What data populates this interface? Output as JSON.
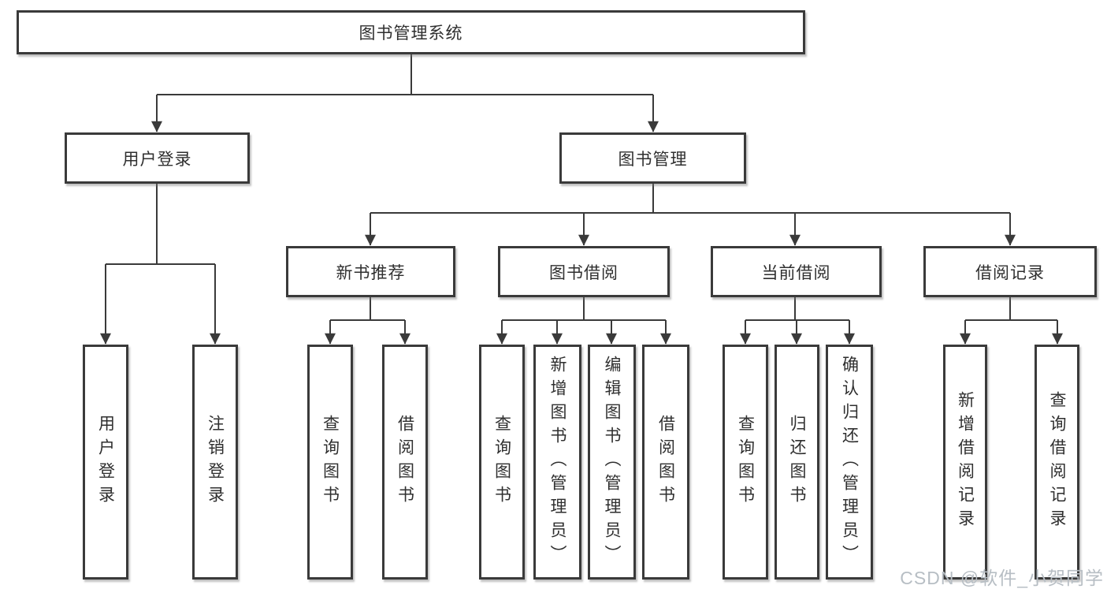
{
  "tree": {
    "root": {
      "label": "图书管理系统"
    },
    "branches": [
      {
        "label": "用户登录",
        "children": [
          {
            "label": "用户登录"
          },
          {
            "label": "注销登录"
          }
        ]
      },
      {
        "label": "图书管理",
        "children": [
          {
            "label": "新书推荐",
            "children": [
              {
                "label": "查询图书"
              },
              {
                "label": "借阅图书"
              }
            ]
          },
          {
            "label": "图书借阅",
            "children": [
              {
                "label": "查询图书"
              },
              {
                "label": "新增图书（管理员）"
              },
              {
                "label": "编辑图书（管理员）"
              },
              {
                "label": "借阅图书"
              }
            ]
          },
          {
            "label": "当前借阅",
            "children": [
              {
                "label": "查询图书"
              },
              {
                "label": "归还图书"
              },
              {
                "label": "确认归还（管理员）"
              }
            ]
          },
          {
            "label": "借阅记录",
            "children": [
              {
                "label": "新增借阅记录"
              },
              {
                "label": "查询借阅记录"
              }
            ]
          }
        ]
      }
    ]
  },
  "watermark": {
    "text": "CSDN @软件_小贺同学"
  },
  "colors": {
    "line": "#3a3a3a",
    "box_border": "#3a3a3a",
    "text": "#2f2f2f",
    "watermark": "#b7bec4",
    "background": "#ffffff"
  }
}
